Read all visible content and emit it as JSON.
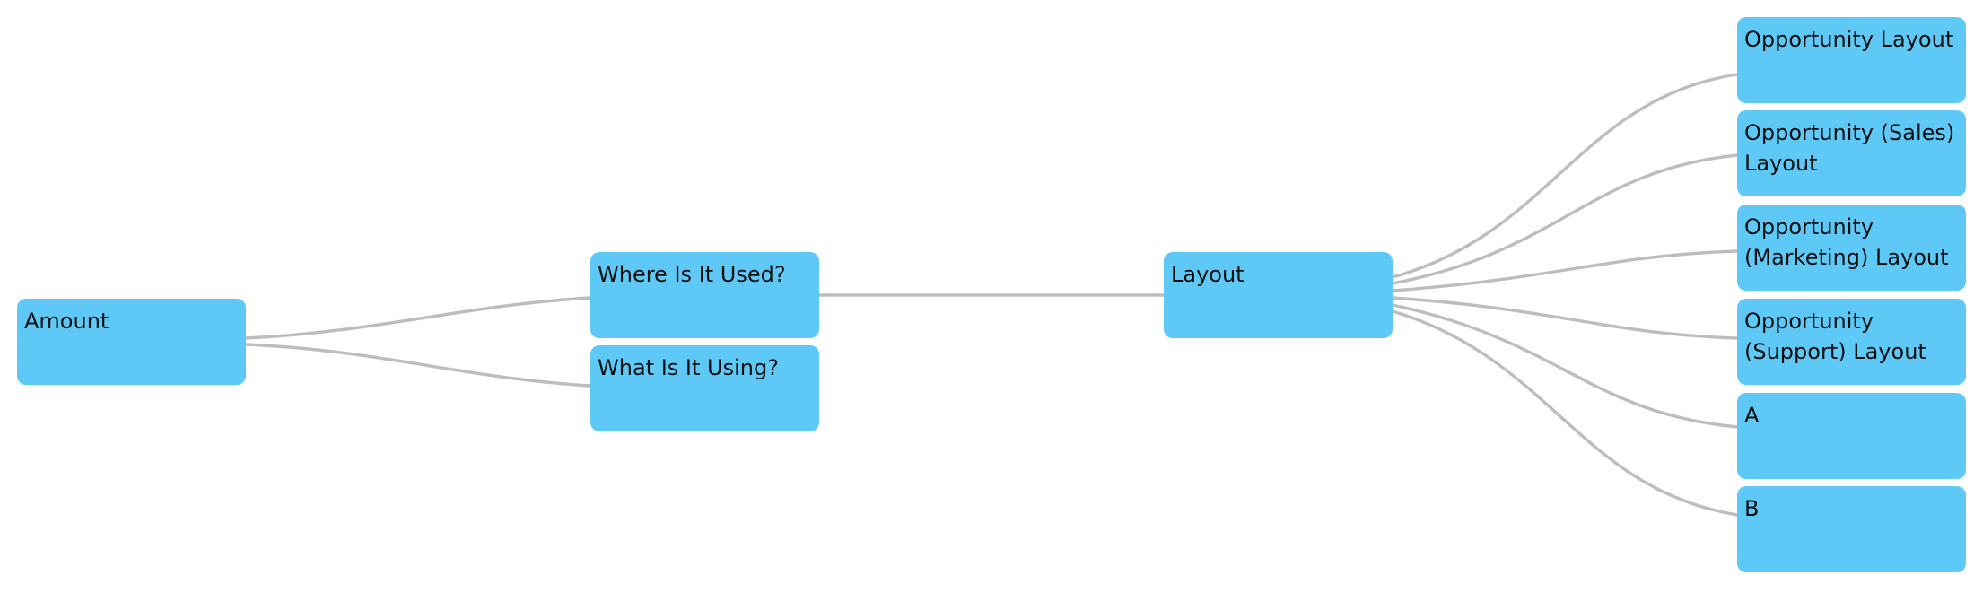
{
  "colors": {
    "node_fill": "#5ec9f6",
    "link": "#bdbdbd",
    "text": "#101010",
    "background": "#ffffff"
  },
  "nodes": {
    "root": {
      "label": "Amount"
    },
    "where_used": {
      "label": "Where Is It Used?"
    },
    "what_using": {
      "label": "What Is It Using?"
    },
    "layout": {
      "label": "Layout"
    },
    "children": [
      {
        "label": "Opportunity Layout"
      },
      {
        "label": "Opportunity (Sales)\nLayout"
      },
      {
        "label": "Opportunity\n(Marketing) Layout"
      },
      {
        "label": "Opportunity\n(Support) Layout"
      },
      {
        "label": "A"
      },
      {
        "label": "B"
      }
    ]
  },
  "edges": [
    {
      "from": "Amount",
      "to": "Where Is It Used?"
    },
    {
      "from": "Amount",
      "to": "What Is It Using?"
    },
    {
      "from": "Where Is It Used?",
      "to": "Layout"
    },
    {
      "from": "Layout",
      "to": "Opportunity Layout"
    },
    {
      "from": "Layout",
      "to": "Opportunity (Sales) Layout"
    },
    {
      "from": "Layout",
      "to": "Opportunity (Marketing) Layout"
    },
    {
      "from": "Layout",
      "to": "Opportunity (Support) Layout"
    },
    {
      "from": "Layout",
      "to": "A"
    },
    {
      "from": "Layout",
      "to": "B"
    }
  ]
}
